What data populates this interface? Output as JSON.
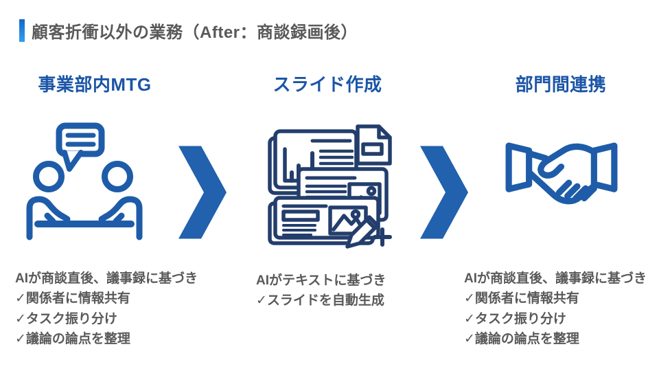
{
  "title": {
    "text": "顧客折衝以外の業務（After：商談録画後）"
  },
  "columns": [
    {
      "header": "事業部内MTG",
      "icon": "meeting-icon",
      "lines": [
        "AIが商談直後、議事録に基づき",
        "✓関係者に情報共有",
        "✓タスク振り分け",
        "✓議論の論点を整理"
      ]
    },
    {
      "header": "スライド作成",
      "icon": "slides-icon",
      "lines": [
        "AIがテキストに基づき",
        "✓スライドを自動生成"
      ]
    },
    {
      "header": "部門間連携",
      "icon": "handshake-icon",
      "lines": [
        "AIが商談直後、議事録に基づき",
        "✓関係者に情報共有",
        "✓タスク振り分け",
        "✓議論の論点を整理"
      ]
    }
  ],
  "arrows": [
    {
      "icon": "chevron-right"
    },
    {
      "icon": "chevron-right"
    }
  ],
  "colors": {
    "accent_blue": "#1E5CA9",
    "header_blue": "#1B55A6",
    "slides_navy": "#233E6C",
    "arrow_blue": "#2161AE",
    "text_gray": "#595959",
    "accent_bar_top": "#1467C8",
    "accent_bar_bottom": "#2FA0EE",
    "background": "#FFFFFF"
  }
}
